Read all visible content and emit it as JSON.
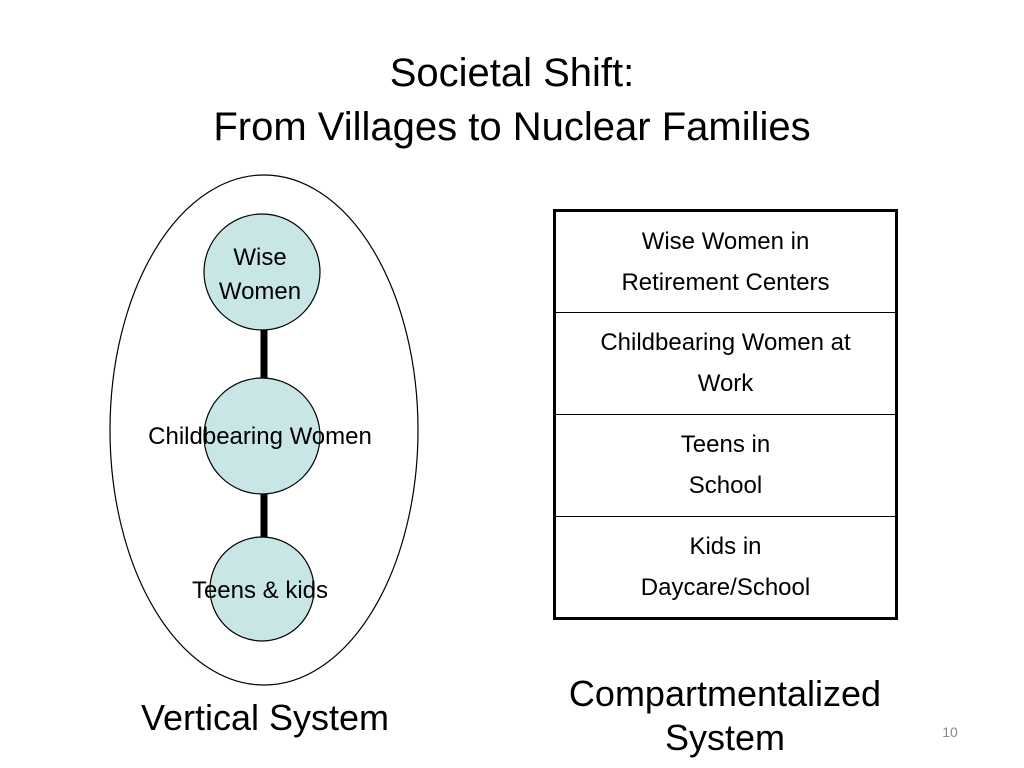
{
  "title": {
    "line1": "Societal Shift:",
    "line2": "From Villages to Nuclear Families"
  },
  "vertical_system": {
    "nodes": [
      {
        "label": "Wise Women"
      },
      {
        "label": "Childbearing Women"
      },
      {
        "label": "Teens & kids"
      }
    ],
    "caption": "Vertical System",
    "node_fill": "#c9e6e6",
    "connector_color": "#000000"
  },
  "compartmentalized_system": {
    "rows": [
      {
        "line1": "Wise Women in",
        "line2": "Retirement Centers"
      },
      {
        "line1": "Childbearing Women at",
        "line2": "Work"
      },
      {
        "line1": "Teens in",
        "line2": "School"
      },
      {
        "line1": "Kids in",
        "line2": "Daycare/School"
      }
    ],
    "caption_line1": "Compartmentalized",
    "caption_line2": "System"
  },
  "page_number": "10"
}
